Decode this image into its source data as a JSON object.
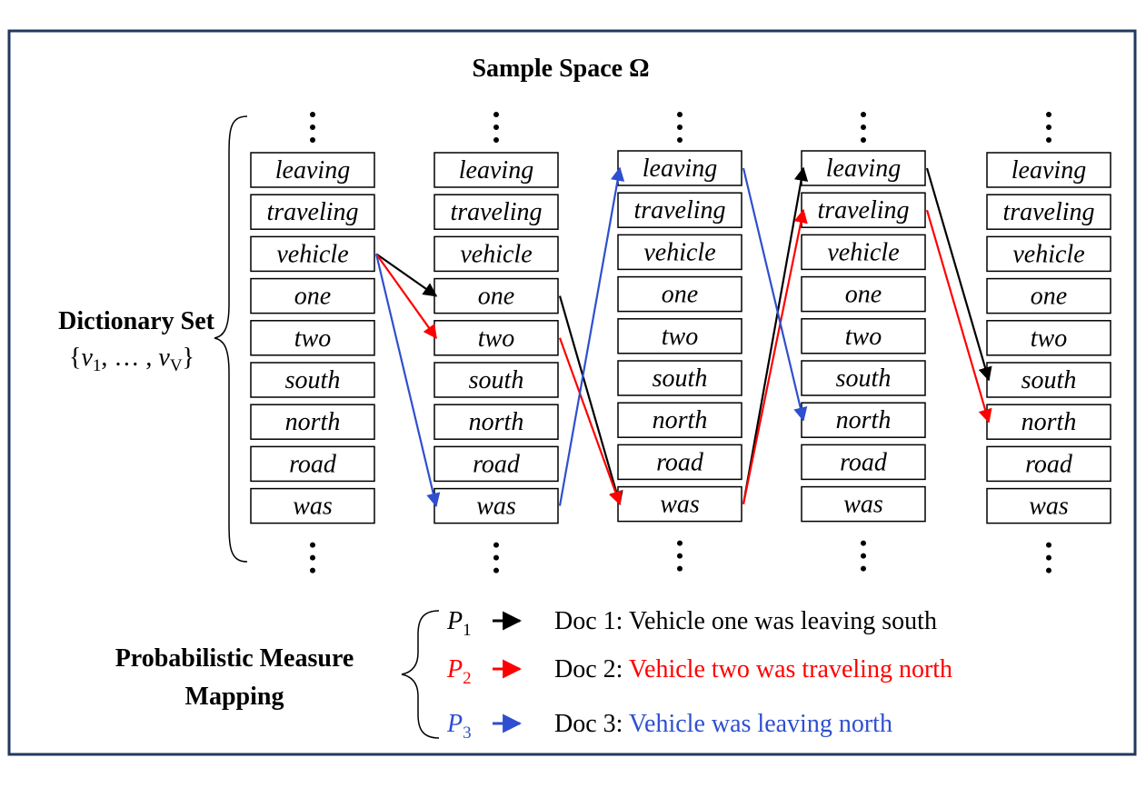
{
  "title": "Sample Space Ω",
  "dictionary": {
    "label": "Dictionary Set",
    "set_open": "{",
    "set_v": "v",
    "set_sub1": "1",
    "set_mid": ", … , ",
    "set_subV": "V",
    "set_close": "}"
  },
  "words": [
    "leaving",
    "traveling",
    "vehicle",
    "one",
    "two",
    "south",
    "north",
    "road",
    "was"
  ],
  "columns": 5,
  "mapping_label": [
    "Probabilistic Measure",
    "Mapping"
  ],
  "colors": {
    "P1": "#000000",
    "P2": "#ff0000",
    "P3": "#2e4fcf",
    "frame": "#1f3a5f"
  },
  "legend": [
    {
      "p_letter": "P",
      "p_sub": "1",
      "doc_prefix": "Doc 1: ",
      "doc_text": "Vehicle one was leaving south",
      "color_key": "P1"
    },
    {
      "p_letter": "P",
      "p_sub": "2",
      "doc_prefix": "Doc 2: ",
      "doc_text": "Vehicle two was traveling north",
      "color_key": "P2"
    },
    {
      "p_letter": "P",
      "p_sub": "3",
      "doc_prefix": "Doc 3: ",
      "doc_text": "Vehicle was leaving north",
      "color_key": "P3"
    }
  ],
  "paths": [
    {
      "color_key": "P1",
      "words": [
        "vehicle",
        "one",
        "was",
        "leaving",
        "south"
      ]
    },
    {
      "color_key": "P2",
      "words": [
        "vehicle",
        "two",
        "was",
        "traveling",
        "north"
      ]
    },
    {
      "color_key": "P3",
      "words": [
        "vehicle",
        "was",
        "leaving",
        "north"
      ]
    }
  ]
}
